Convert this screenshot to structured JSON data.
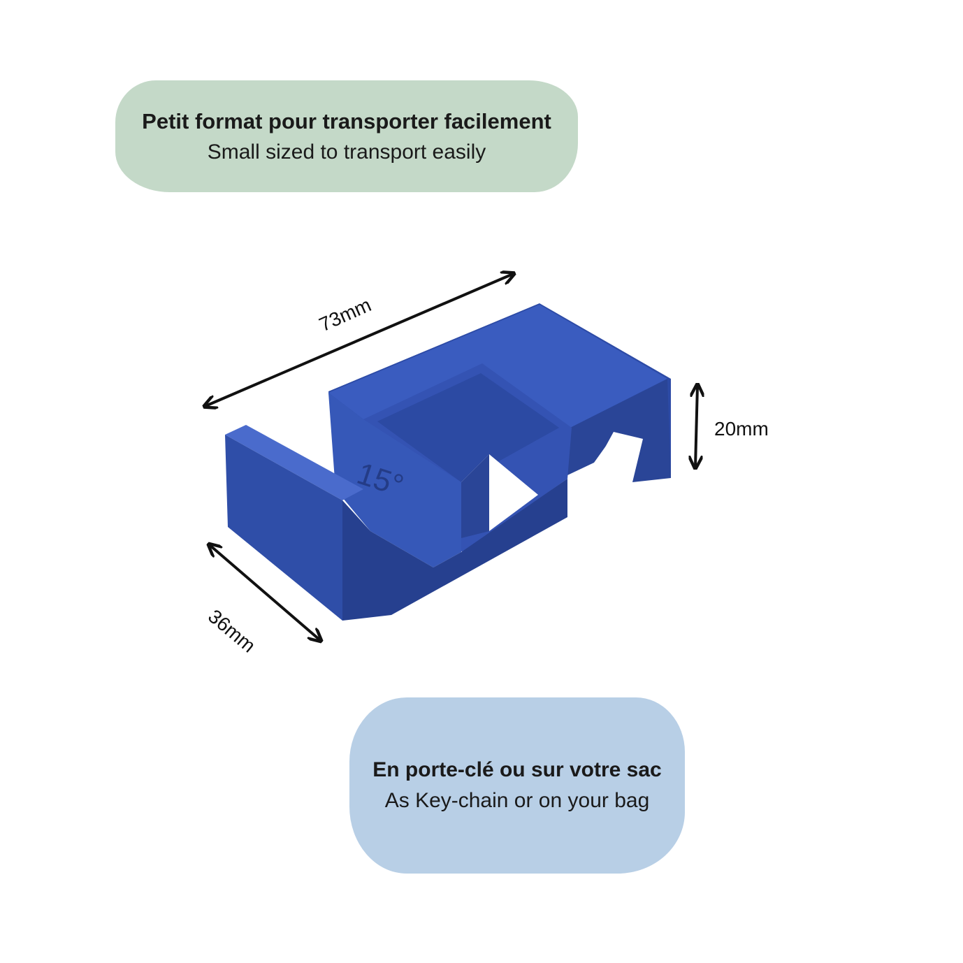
{
  "callouts": {
    "top": {
      "title": "Petit format pour transporter facilement",
      "subtitle": "Small sized to transport easily",
      "color": "#c4d9c8"
    },
    "bottom": {
      "title": "En porte-clé ou sur votre sac",
      "subtitle": "As Key-chain or on your bag",
      "color": "#b8cfe6"
    }
  },
  "product": {
    "engraving": "15°",
    "color": "#2f4ea8",
    "image": "blue-sharpening-guide-photo"
  },
  "dimensions": {
    "length": "73mm",
    "height": "20mm",
    "depth": "36mm"
  }
}
